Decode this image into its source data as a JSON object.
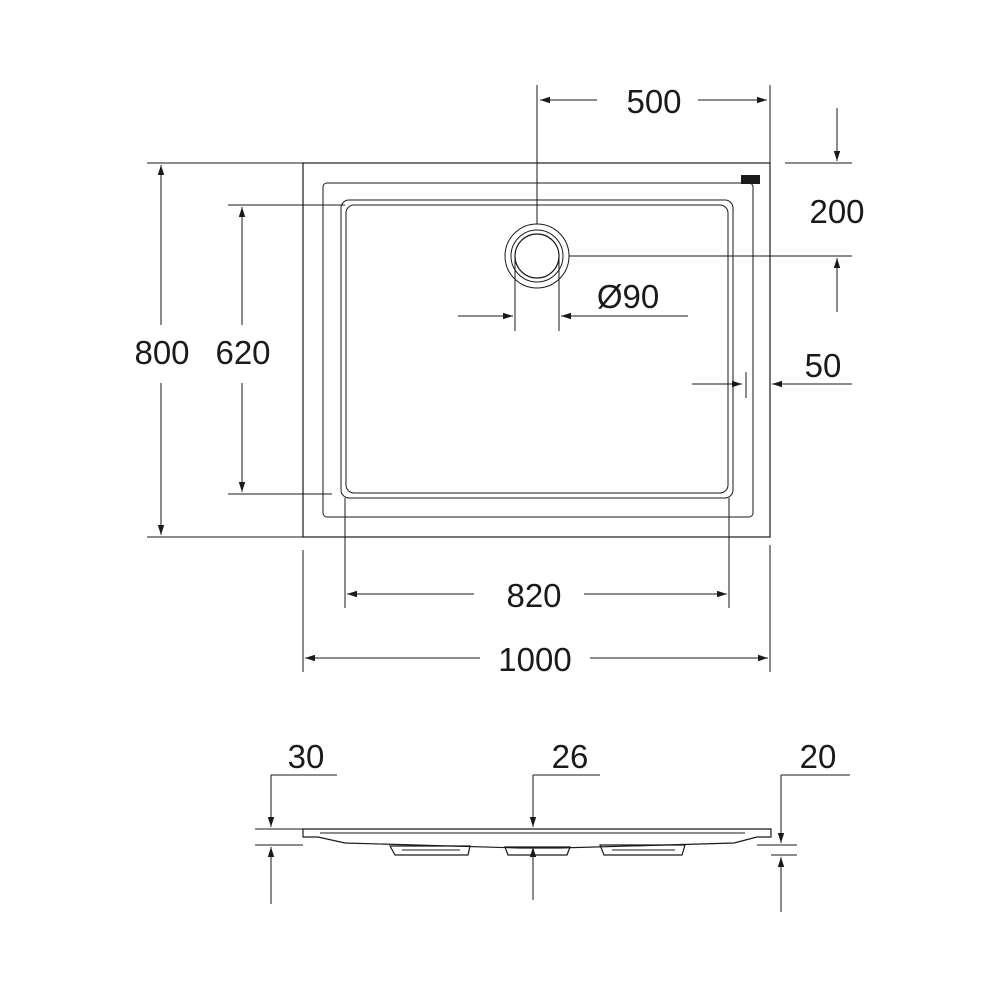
{
  "plan_view": {
    "dims": {
      "drain_offset_x": "500",
      "drain_offset_y": "200",
      "drain_diameter": "Ø90",
      "rim_width": "50",
      "overall_depth": "800",
      "inner_depth": "620",
      "inner_width": "820",
      "overall_width": "1000"
    }
  },
  "section_view": {
    "dims": {
      "edge_height": "30",
      "center_height": "26",
      "rim_height": "20"
    }
  }
}
